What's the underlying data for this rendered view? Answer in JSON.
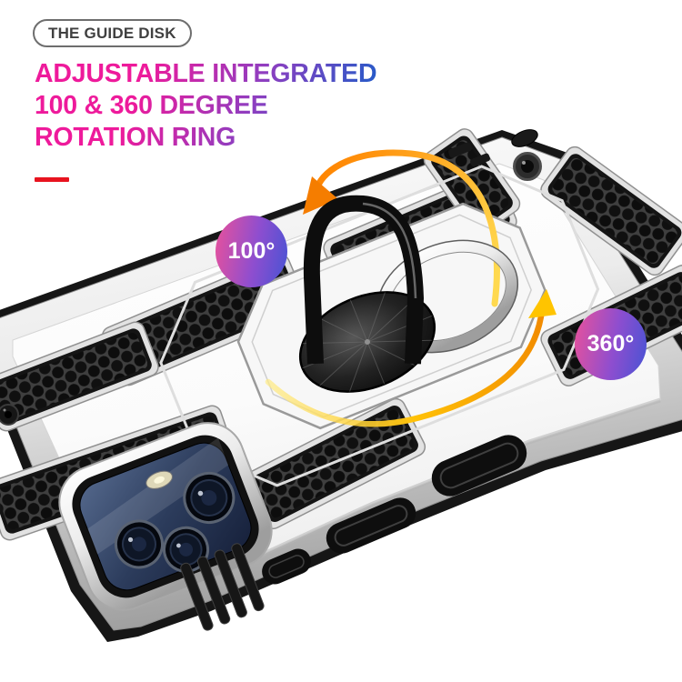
{
  "badge": {
    "label": "THE GUIDE DISK"
  },
  "headline": {
    "line1": "ADJUSTABLE INTEGRATED",
    "line2": "100 & 360 DEGREE",
    "line3": "ROTATION RING"
  },
  "callouts": {
    "flip": {
      "label": "100°"
    },
    "spin": {
      "label": "360°"
    }
  },
  "colors": {
    "accent_dash": "#e8131f",
    "headline_from": "#ee1a9b",
    "headline_mid": "#8f3ec0",
    "headline_to": "#1a5ec9",
    "callout_from": "#e2519f",
    "callout_mid": "#8e4ecf",
    "callout_to": "#4753d4",
    "arrow_flip_orange": "#ff8400",
    "arrow_spin_yellow": "#ffc107",
    "case_silver": "#d9d9d9",
    "case_black": "#161616"
  }
}
